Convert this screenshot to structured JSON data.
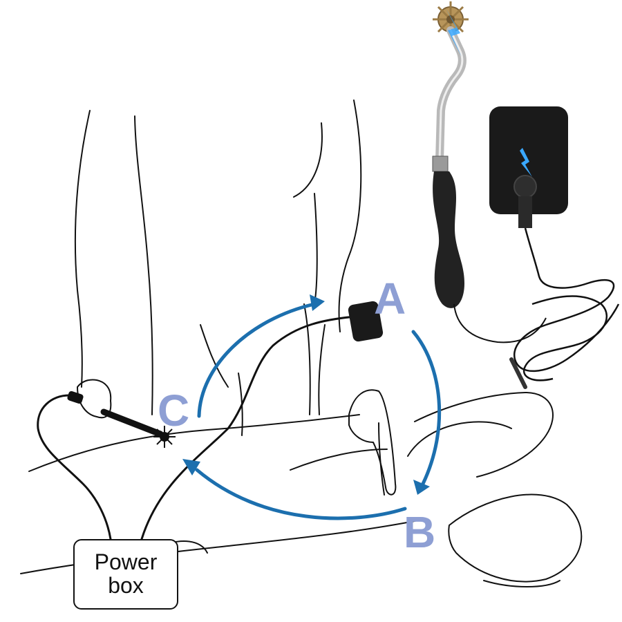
{
  "labels": {
    "a": "A",
    "b": "B",
    "c": "C"
  },
  "power_box": {
    "line1": "Power",
    "line2": "box"
  },
  "icons": [
    "pinwheel-icon",
    "electrode-pad-icon",
    "lightning-icon",
    "cable-icon"
  ],
  "colors": {
    "arrow": "#1c6fae",
    "letter": "#8e9fd4",
    "outline": "#111111",
    "pad": "#1a1a1a",
    "handle": "#222222",
    "metal": "#b9b9b9",
    "wheel": "#b8955a",
    "spark": "#3aa8ff"
  }
}
